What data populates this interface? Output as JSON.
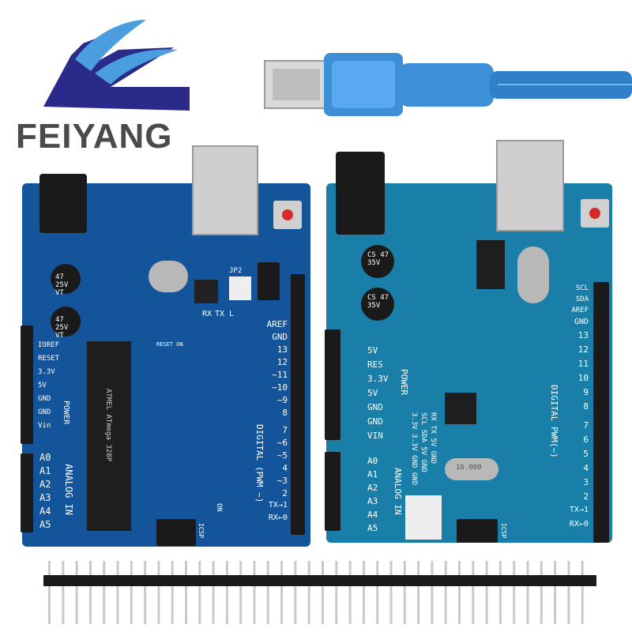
{
  "brand": {
    "name": "FEIYANG"
  },
  "board_uno": {
    "digital_pins": [
      "AREF",
      "GND",
      "13",
      "12",
      "~11",
      "~10",
      "~9",
      "8",
      "7",
      "~6",
      "~5",
      "4",
      "~3",
      "2",
      "TX→1",
      "RX←0"
    ],
    "power_pins": [
      "IOREF",
      "RESET",
      "3.3V",
      "5V",
      "GND",
      "GND",
      "Vin"
    ],
    "analog_pins": [
      "A0",
      "A1",
      "A2",
      "A3",
      "A4",
      "A5"
    ],
    "labels": {
      "power": "POWER",
      "analog": "ANALOG IN",
      "digital": "DIGITAL (PWM ~)",
      "jp2": "JP2",
      "tx": "TX",
      "rx": "RX",
      "l": "L",
      "reset_on": "RESET ON",
      "on": "ON",
      "icsp": "ICSP",
      "chip": "ATMEL ATmega 328P",
      "cap1": "47 25V VT",
      "cap2": "47 25V VT"
    }
  },
  "board_ch340": {
    "digital_pins": [
      "SCL",
      "SDA",
      "AREF",
      "GND",
      "13",
      "12",
      "11",
      "10",
      "9",
      "8",
      "7",
      "6",
      "5",
      "4",
      "3",
      "2",
      "TX→1",
      "RX←0"
    ],
    "power_pins": [
      "5V",
      "RES",
      "3.3V",
      "5V",
      "GND",
      "GND",
      "VIN"
    ],
    "analog_pins": [
      "A0",
      "A1",
      "A2",
      "A3",
      "A4",
      "A5"
    ],
    "labels": {
      "power": "POWER",
      "analog": "ANALOG IN",
      "digital": "DIGITAL PWM(~)",
      "icsp": "ICSP",
      "cap1": "CS 47 35V",
      "cap2": "CS 47 35V",
      "bottom_pins": "RX TX 5V GND",
      "bottom_pins2": "SCL SDA 5V GND",
      "bottom_pins3": "3.3V 3.3V GND GND",
      "crystal": "16.000"
    }
  },
  "colors": {
    "board_uno": "#13549a",
    "board_ch340": "#1a7fa8",
    "brand_dark": "#2a2a8a",
    "brand_light": "#4a9ee0",
    "header": "#1a1a1a",
    "cable": "#3d8fd8"
  }
}
